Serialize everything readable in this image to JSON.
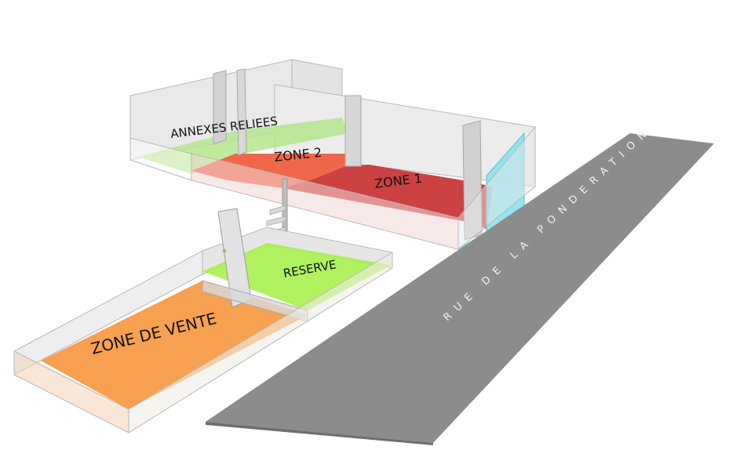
{
  "labels": {
    "annexes": "ANNEXES RELIEES",
    "zone2": "ZONE 2",
    "zone1": "ZONE 1",
    "reserve": "RESERVE",
    "zone_vente": "ZONE DE VENTE",
    "street": "RUE DE LA PONDERATION"
  },
  "colors": {
    "zone1": "#c83232",
    "zone2": "#f05a3c",
    "annexes": "#b4e68c",
    "reserve": "#a8f050",
    "zone_vente": "#f7a050",
    "street": "#8c8c8c",
    "glass": "#7fe0ee",
    "walls": "#dcdcdc"
  }
}
